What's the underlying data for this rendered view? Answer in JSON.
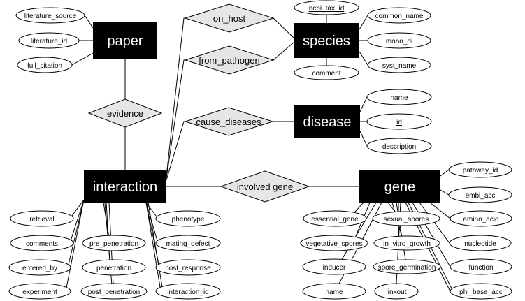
{
  "entities": {
    "paper": "paper",
    "species": "species",
    "disease": "disease",
    "interaction": "interaction",
    "gene": "gene"
  },
  "relationships": {
    "on_host": "on_host",
    "from_pathogen": "from_pathogen",
    "evidence": "evidence",
    "cause_diseases": "cause_diseases",
    "involved_gene": "involved gene"
  },
  "attributes": {
    "literature_source": "literature_source",
    "literature_id": "literature_id",
    "full_citation": "full_citation",
    "ncbi_tax_id": "ncbi_tax_id",
    "common_name": "common_name",
    "mono_di": "mono_di",
    "syst_name": "syst_name",
    "comment": "comment",
    "disease_name": "name",
    "disease_id": "id",
    "description": "description",
    "pathway_id": "pathway_id",
    "embl_acc": "embl_acc",
    "amino_acid": "amino_acid",
    "nucleotide": "nucleotide",
    "function": "function",
    "phi_base_acc": "phi_base_acc",
    "essential_gene": "essential_gene",
    "sexual_spores": "sexual_spores",
    "vegetative_spores": "vegetative_spores",
    "in_vitro_growth": "in_vitro_growth",
    "inducer": "inducer",
    "spore_germination": "spore_germination",
    "gene_name": "name",
    "linkout": "linkout",
    "retrieval": "retrieval",
    "comments": "comments",
    "entered_by": "entered_by",
    "experiment": "experiment",
    "pre_penetration": "pre_penetration",
    "penetration": "penetration",
    "post_penetration": "post_penetration",
    "phenotype": "phenotype",
    "mating_defect": "mating_defect",
    "host_response": "host_response",
    "interaction_id": "interaction_id"
  },
  "colors": {
    "entity_fill": "#000000",
    "entity_text": "#ffffff",
    "relationship_fill": "#e6e6e6",
    "stroke": "#000000"
  }
}
